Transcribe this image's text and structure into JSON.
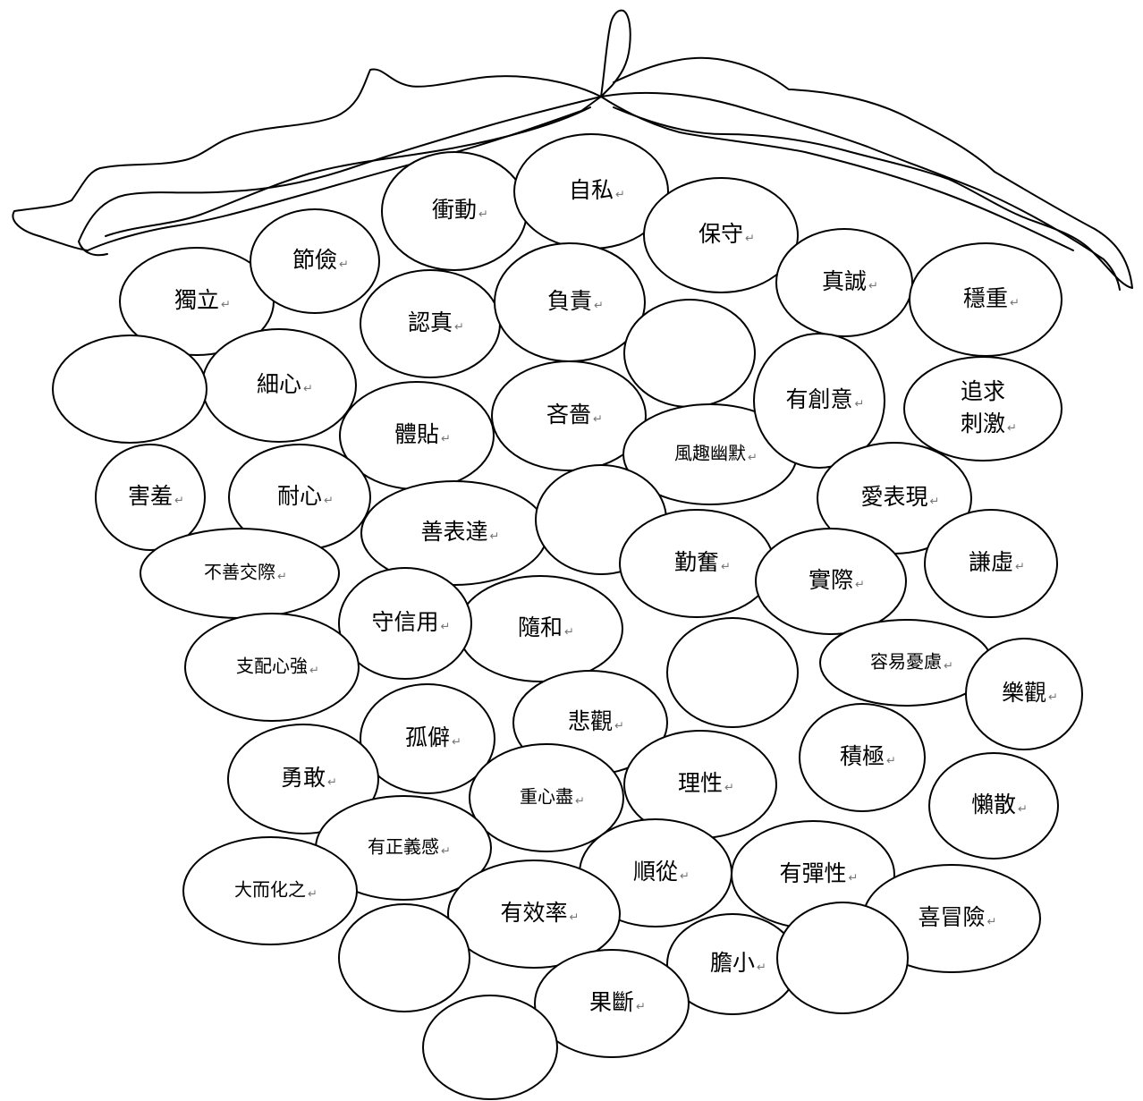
{
  "diagram": {
    "type": "grape-cluster-worksheet",
    "paragraph_mark": "↵",
    "grapes": [
      {
        "id": "duli",
        "label": "獨立"
      },
      {
        "id": "jiejian",
        "label": "節儉"
      },
      {
        "id": "chongdong",
        "label": "衝動"
      },
      {
        "id": "zisi",
        "label": "自私"
      },
      {
        "id": "baoshou",
        "label": "保守"
      },
      {
        "id": "zhencheng",
        "label": "真誠"
      },
      {
        "id": "wenzhong",
        "label": "穩重"
      },
      {
        "id": "renzhen",
        "label": "認真"
      },
      {
        "id": "fuze",
        "label": "負責"
      },
      {
        "id": "blank-1",
        "label": ""
      },
      {
        "id": "xixin",
        "label": "細心"
      },
      {
        "id": "blank-2",
        "label": ""
      },
      {
        "id": "titie",
        "label": "體貼"
      },
      {
        "id": "linse",
        "label": "吝嗇"
      },
      {
        "id": "fengqu",
        "label": "風趣幽默"
      },
      {
        "id": "zhuiqiu",
        "label": "追求刺激",
        "lines": [
          "追求",
          "刺激"
        ]
      },
      {
        "id": "chuangyi",
        "label": "有創意"
      },
      {
        "id": "haixiu",
        "label": "害羞"
      },
      {
        "id": "naixin",
        "label": "耐心"
      },
      {
        "id": "aibiaoxian",
        "label": "愛表現"
      },
      {
        "id": "shanbiaoda",
        "label": "善表達"
      },
      {
        "id": "blank-3",
        "label": ""
      },
      {
        "id": "qinfen",
        "label": "勤奮"
      },
      {
        "id": "shiji",
        "label": "實際"
      },
      {
        "id": "qianxu",
        "label": "謙虛"
      },
      {
        "id": "bushan",
        "label": "不善交際"
      },
      {
        "id": "suihe",
        "label": "隨和"
      },
      {
        "id": "shouxinyong",
        "label": "守信用"
      },
      {
        "id": "zhipei",
        "label": "支配心強"
      },
      {
        "id": "blank-4",
        "label": ""
      },
      {
        "id": "youlv",
        "label": "容易憂慮"
      },
      {
        "id": "leguan",
        "label": "樂觀"
      },
      {
        "id": "guipi",
        "label": "孤僻"
      },
      {
        "id": "beiguan",
        "label": "悲觀"
      },
      {
        "id": "jiji",
        "label": "積極"
      },
      {
        "id": "yonggan",
        "label": "勇敢"
      },
      {
        "id": "lixing",
        "label": "理性"
      },
      {
        "id": "zhongxinlan",
        "label": "重心盡"
      },
      {
        "id": "lansan",
        "label": "懶散"
      },
      {
        "id": "zhengyi",
        "label": "有正義感"
      },
      {
        "id": "shuncong",
        "label": "順從"
      },
      {
        "id": "tanxing",
        "label": "有彈性"
      },
      {
        "id": "daer",
        "label": "大而化之"
      },
      {
        "id": "xiaolv",
        "label": "有效率"
      },
      {
        "id": "maoxian",
        "label": "喜冒險"
      },
      {
        "id": "blank-5",
        "label": ""
      },
      {
        "id": "danxiao",
        "label": "膽小"
      },
      {
        "id": "blank-6",
        "label": ""
      },
      {
        "id": "guoduan",
        "label": "果斷"
      },
      {
        "id": "blank-7",
        "label": ""
      }
    ]
  }
}
